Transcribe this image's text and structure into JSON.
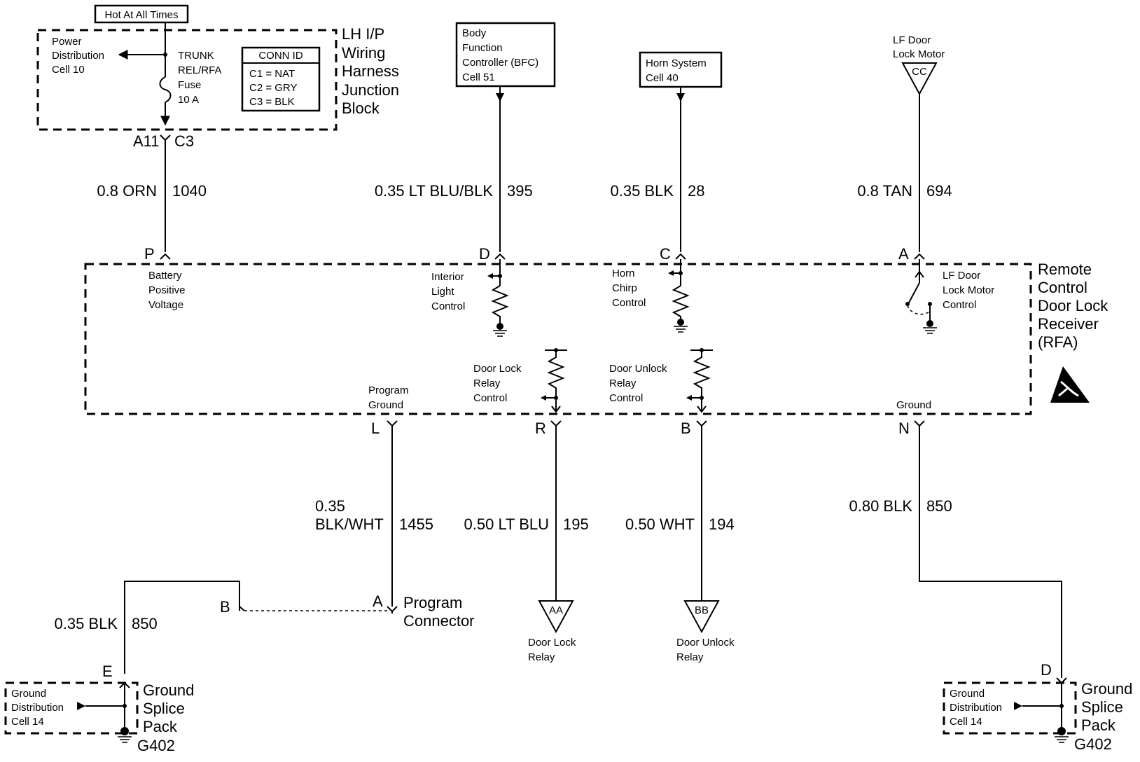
{
  "hot_at_all_times": "Hot At All Times",
  "junction_block": {
    "title_lines": [
      "LH I/P",
      "Wiring",
      "Harness",
      "Junction",
      "Block"
    ],
    "power_distribution_lines": [
      "Power",
      "Distribution",
      "Cell 10"
    ],
    "fuse_lines": [
      "TRUNK",
      "REL/RFA",
      "Fuse",
      "10 A"
    ],
    "conn_id": {
      "title": "CONN ID",
      "items": [
        "C1 = NAT",
        "C2 = GRY",
        "C3 = BLK"
      ]
    },
    "pin_left": "A11",
    "pin_right": "C3"
  },
  "bfc_lines": [
    "Body",
    "Function",
    "Controller (BFC)",
    "Cell 51"
  ],
  "horn_system_lines": [
    "Horn System",
    "Cell 40"
  ],
  "lf_door_lock_motor": {
    "lines": [
      "LF Door",
      "Lock Motor"
    ],
    "connector": "CC"
  },
  "top_wires": [
    {
      "gauge_color": "0.8 ORN",
      "circuit": "1040",
      "pin": "P"
    },
    {
      "gauge_color": "0.35 LT BLU/BLK",
      "circuit": "395",
      "pin": "D"
    },
    {
      "gauge_color": "0.35 BLK",
      "circuit": "28",
      "pin": "C"
    },
    {
      "gauge_color": "0.8 TAN",
      "circuit": "694",
      "pin": "A"
    }
  ],
  "receiver": {
    "title_lines": [
      "Remote",
      "Control",
      "Door Lock",
      "Receiver",
      "(RFA)"
    ],
    "battery_lines": [
      "Battery",
      "Positive",
      "Voltage"
    ],
    "interior_lines": [
      "Interior",
      "Light",
      "Control"
    ],
    "horn_chirp_lines": [
      "Horn",
      "Chirp",
      "Control"
    ],
    "lf_motor_control_lines": [
      "LF Door",
      "Lock Motor",
      "Control"
    ],
    "program_ground_lines": [
      "Program",
      "Ground"
    ],
    "door_lock_relay_control_lines": [
      "Door Lock",
      "Relay",
      "Control"
    ],
    "door_unlock_relay_control_lines": [
      "Door Unlock",
      "Relay",
      "Control"
    ],
    "ground_label": "Ground"
  },
  "bottom_pins": [
    "L",
    "R",
    "B",
    "N"
  ],
  "bottom_wires": [
    {
      "gauge_color_lines": [
        "0.35",
        "BLK/WHT"
      ],
      "circuit": "1455"
    },
    {
      "gauge_color": "0.50 LT BLU",
      "circuit": "195"
    },
    {
      "gauge_color": "0.50 WHT",
      "circuit": "194"
    },
    {
      "gauge_color": "0.80 BLK",
      "circuit": "850"
    }
  ],
  "program_connector": {
    "pin_a": "A",
    "pin_b": "B",
    "lines": [
      "Program",
      "Connector"
    ]
  },
  "left_ground_wire": {
    "gauge_color": "0.35 BLK",
    "circuit": "850",
    "pin": "E"
  },
  "right_ground_pin": "D",
  "door_lock_relay": {
    "connector": "AA",
    "lines": [
      "Door Lock",
      "Relay"
    ]
  },
  "door_unlock_relay": {
    "connector": "BB",
    "lines": [
      "Door Unlock",
      "Relay"
    ]
  },
  "ground_splice": {
    "lines": [
      "Ground",
      "Splice",
      "Pack"
    ],
    "distribution_lines": [
      "Ground",
      "Distribution",
      "Cell 14"
    ],
    "ground_id": "G402"
  }
}
